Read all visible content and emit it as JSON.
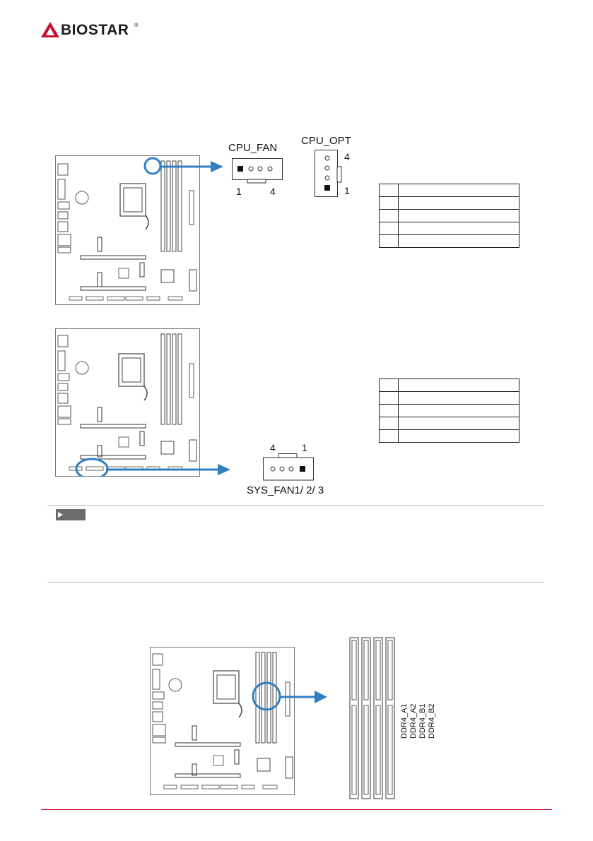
{
  "header": {
    "brand": "BIOSTAR",
    "registered": "®"
  },
  "cpu_fan_section": {
    "cpu_fan_label": "CPU_FAN",
    "cpu_fan_pin_left": "1",
    "cpu_fan_pin_right": "4",
    "cpu_opt_label": "CPU_OPT",
    "cpu_opt_pin_top": "4",
    "cpu_opt_pin_bottom": "1",
    "pin_table_rows": 5
  },
  "sys_fan_section": {
    "sys_fan_label": "SYS_FAN1/ 2/ 3",
    "sys_fan_pin_left": "4",
    "sys_fan_pin_right": "1",
    "pin_table_rows": 5
  },
  "note": {
    "tag": ""
  },
  "memory_section": {
    "slot_labels": [
      "DDR4_A1",
      "DDR4_A2",
      "DDR4_B1",
      "DDR4_B2"
    ]
  },
  "colors": {
    "brand_red": "#c8102e",
    "arrow_blue": "#2f7fc1",
    "note_tag_gray": "#6b6b6b"
  }
}
